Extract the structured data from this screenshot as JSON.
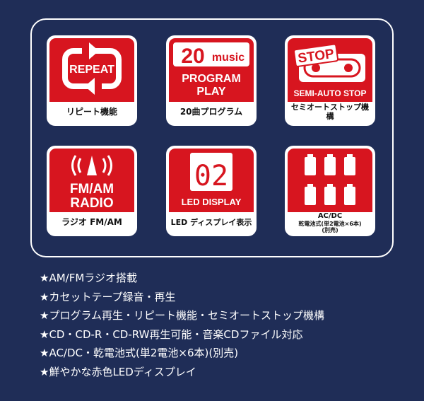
{
  "tiles": {
    "repeat": {
      "icon_text": "REPEAT",
      "caption": "リピート機能"
    },
    "program": {
      "num": "20",
      "unit": "music",
      "line1": "PROGRAM",
      "line2": "PLAY",
      "caption": "20曲プログラム"
    },
    "stop": {
      "badge": "STOP",
      "label": "SEMI-AUTO STOP",
      "caption": "セミオートストップ機構"
    },
    "radio": {
      "line1": "FM/AM",
      "line2": "RADIO",
      "caption": "ラジオ FM/AM"
    },
    "led": {
      "digits": "02",
      "label": "LED DISPLAY",
      "caption": "LED ディスプレイ表示"
    },
    "power": {
      "line1": "AC/DC",
      "line2": "乾電池式(単2電池×6本)",
      "line3": "(別売)"
    }
  },
  "features": [
    "★AM/FMラジオ搭載",
    "★カセットテープ録音・再生",
    "★プログラム再生・リピート機能・セミオートストップ機構",
    "★CD・CD-R・CD-RW再生可能・音楽CDファイル対応",
    "★AC/DC・乾電池式(単2電池×6本)(別売)",
    "★鮮やかな赤色LEDディスプレイ"
  ],
  "colors": {
    "background": "#1f2d57",
    "accent_red": "#d7151f",
    "tile_white": "#ffffff"
  }
}
